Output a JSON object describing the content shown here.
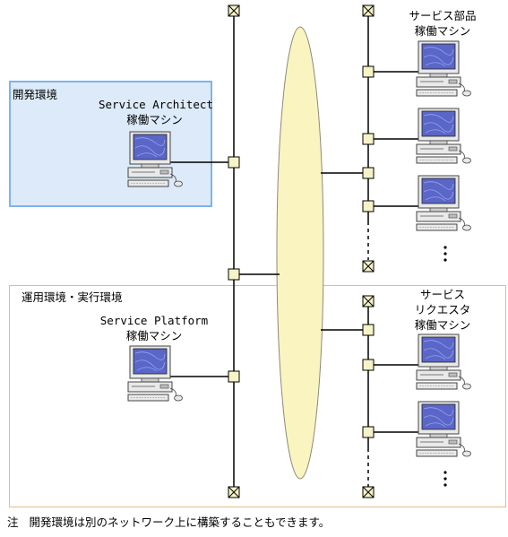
{
  "regions": {
    "dev": {
      "label": "開発環境"
    },
    "ops": {
      "label": "運用環境・実行環境"
    }
  },
  "machines": {
    "service_architect": {
      "line1": "Service Architect",
      "line2": "稼働マシン"
    },
    "service_platform": {
      "line1": "Service Platform",
      "line2": "稼働マシン"
    },
    "service_parts": {
      "line1": "サービス部品",
      "line2": "稼働マシン"
    },
    "service_requester": {
      "line1": "サービス",
      "line2": "リクエスタ",
      "line3": "稼働マシン"
    }
  },
  "note": {
    "mark": "注",
    "text": "開発環境は別のネットワーク上に構築することもできます。"
  },
  "colors": {
    "network_ellipse": "#faf5c0",
    "network_outline": "#8a8a7a",
    "junction": "#f7f3c8",
    "dev_fill": "#dceaf9",
    "dev_border": "#7fb4ea",
    "ops_border": "#e8b98f",
    "monitor_screen": "#5a66c8"
  }
}
